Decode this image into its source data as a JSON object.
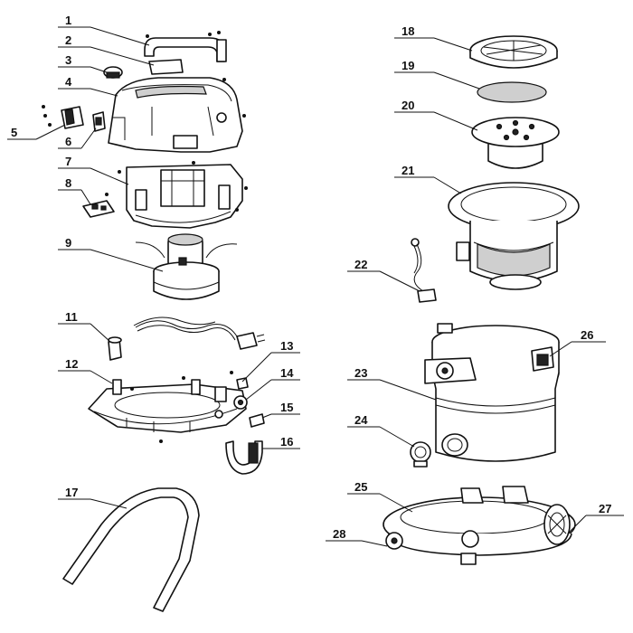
{
  "callouts": [
    {
      "id": "1",
      "label": "1"
    },
    {
      "id": "2",
      "label": "2"
    },
    {
      "id": "3",
      "label": "3"
    },
    {
      "id": "4",
      "label": "4"
    },
    {
      "id": "5",
      "label": "5"
    },
    {
      "id": "6",
      "label": "6"
    },
    {
      "id": "7",
      "label": "7"
    },
    {
      "id": "8",
      "label": "8"
    },
    {
      "id": "9",
      "label": "9"
    },
    {
      "id": "11",
      "label": "11"
    },
    {
      "id": "12",
      "label": "12"
    },
    {
      "id": "13",
      "label": "13"
    },
    {
      "id": "14",
      "label": "14"
    },
    {
      "id": "15",
      "label": "15"
    },
    {
      "id": "16",
      "label": "16"
    },
    {
      "id": "17",
      "label": "17"
    },
    {
      "id": "18",
      "label": "18"
    },
    {
      "id": "19",
      "label": "19"
    },
    {
      "id": "20",
      "label": "20"
    },
    {
      "id": "21",
      "label": "21"
    },
    {
      "id": "22",
      "label": "22"
    },
    {
      "id": "23",
      "label": "23"
    },
    {
      "id": "24",
      "label": "24"
    },
    {
      "id": "25",
      "label": "25"
    },
    {
      "id": "26",
      "label": "26"
    },
    {
      "id": "27",
      "label": "27"
    },
    {
      "id": "28",
      "label": "28"
    }
  ],
  "colors": {
    "line": "#111111",
    "background": "#ffffff"
  }
}
